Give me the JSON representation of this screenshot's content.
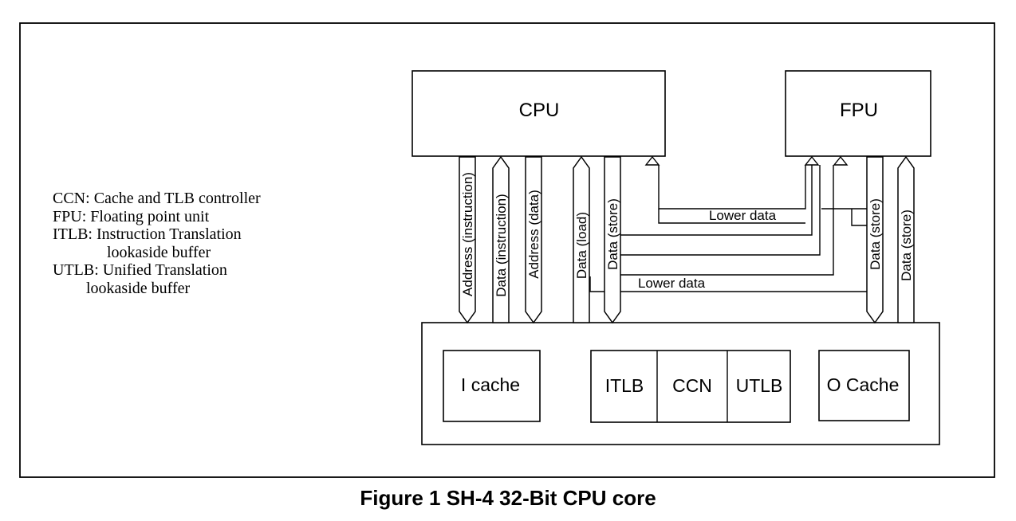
{
  "diagram": {
    "blocks": {
      "cpu": "CPU",
      "fpu": "FPU",
      "i_cache": "I cache",
      "itlb": "ITLB",
      "ccn": "CCN",
      "utlb": "UTLB",
      "o_cache": "O Cache"
    },
    "buses": [
      "Address (instruction)",
      "Data (instruction)",
      "Address (data)",
      "Data (load)",
      "Data (store)",
      "Data (store)",
      "Data (store)"
    ],
    "link_labels": {
      "upper": "Lower data",
      "lower": "Lower data"
    }
  },
  "legend": [
    {
      "term": "CCN:",
      "text": "Cache and TLB controller"
    },
    {
      "term": "FPU:",
      "text": "Floating point unit"
    },
    {
      "term": "ITLB:",
      "text": "Instruction Translation",
      "cont": "lookaside buffer"
    },
    {
      "term": "UTLB:",
      "text": "Unified Translation",
      "cont": "lookaside buffer"
    }
  ],
  "caption": "Figure 1 SH-4 32-Bit CPU core"
}
